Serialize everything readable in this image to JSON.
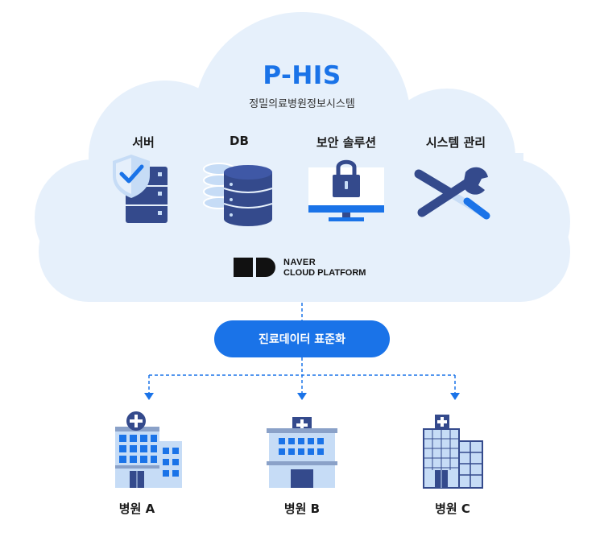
{
  "header": {
    "title": "P-HIS",
    "subtitle": "정밀의료병원정보시스템"
  },
  "services": [
    {
      "label": "서버",
      "icon": "server-shield-icon"
    },
    {
      "label": "DB",
      "icon": "database-icon"
    },
    {
      "label": "보안 솔루션",
      "icon": "monitor-lock-icon"
    },
    {
      "label": "시스템 관리",
      "icon": "wrench-screwdriver-icon"
    }
  ],
  "platform": {
    "line1": "NAVER",
    "line2": "CLOUD PLATFORM"
  },
  "standardize": {
    "label": "진료데이터 표준화"
  },
  "hospitals": [
    {
      "label": "병원 A"
    },
    {
      "label": "병원 B"
    },
    {
      "label": "병원 C"
    }
  ],
  "colors": {
    "accent": "#1a73e8",
    "cloud": "#e6f0fb",
    "navy": "#344a8c",
    "light_blue": "#c6dcf6"
  }
}
